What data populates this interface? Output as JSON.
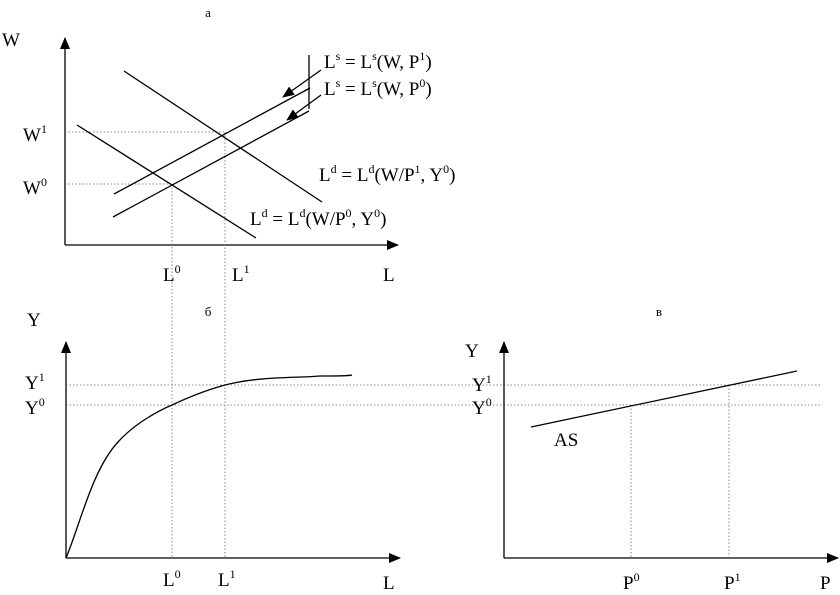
{
  "panels": {
    "a": {
      "title": "а",
      "y_axis": "W",
      "x_axis": "L",
      "w1": {
        "base": "W",
        "sup": "1"
      },
      "w0": {
        "base": "W",
        "sup": "0"
      },
      "l0": {
        "base": "L",
        "sup": "0"
      },
      "l1": {
        "base": "L",
        "sup": "1"
      },
      "ls1": {
        "p1": "L",
        "s1": "s",
        "p2": " = L",
        "s2": "s",
        "p3": "(W, P",
        "s3": "1",
        "p4": ")"
      },
      "ls0": {
        "p1": "L",
        "s1": "s",
        "p2": " = L",
        "s2": "s",
        "p3": "(W, P",
        "s3": "0",
        "p4": ")"
      },
      "ld1": {
        "p1": "L",
        "s1": "d",
        "p2": " = L",
        "s2": "d",
        "p3": "(W/P",
        "s3": "1",
        "p4": ", Y",
        "s4": "0",
        "p5": ")"
      },
      "ld0": {
        "p1": "L",
        "s1": "d",
        "p2": " = L",
        "s2": "d",
        "p3": "(W/P",
        "s3": "0",
        "p4": ", Y",
        "s4": "0",
        "p5": ")"
      }
    },
    "b": {
      "title": "б",
      "y_axis": "Y",
      "x_axis": "L",
      "y1": {
        "base": "Y",
        "sup": "1"
      },
      "y0": {
        "base": "Y",
        "sup": "0"
      },
      "l0": {
        "base": "L",
        "sup": "0"
      },
      "l1": {
        "base": "L",
        "sup": "1"
      }
    },
    "c": {
      "title": "в",
      "y_axis": "Y",
      "x_axis": "P",
      "y1": {
        "base": "Y",
        "sup": "1"
      },
      "y0": {
        "base": "Y",
        "sup": "0"
      },
      "p0": {
        "base": "P",
        "sup": "0"
      },
      "p1": {
        "base": "P",
        "sup": "1"
      },
      "curve_label": "AS"
    }
  }
}
